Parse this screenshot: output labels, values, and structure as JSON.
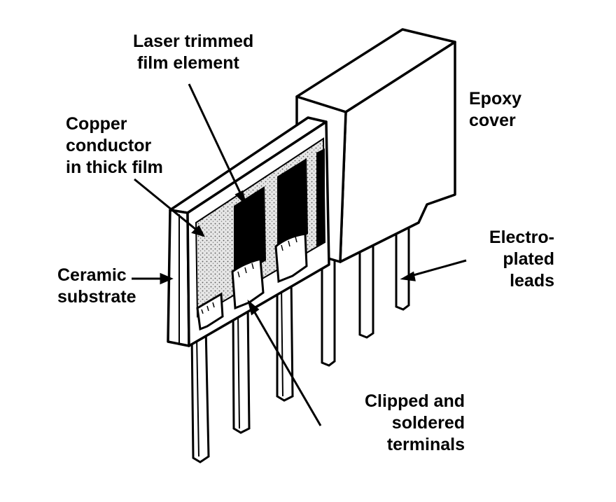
{
  "labels": {
    "laser": [
      "Laser trimmed",
      "film element"
    ],
    "epoxy": [
      "Epoxy",
      "cover"
    ],
    "copper": [
      "Copper",
      "conductor",
      "in thick film"
    ],
    "ceramic": [
      "Ceramic",
      "substrate"
    ],
    "electro": [
      "Electro-",
      "plated",
      "leads"
    ],
    "clipped": [
      "Clipped and",
      "soldered",
      "terminals"
    ]
  },
  "colors": {
    "ink": "#000000",
    "paper": "#ffffff",
    "stipple": "#d9d9d9"
  }
}
